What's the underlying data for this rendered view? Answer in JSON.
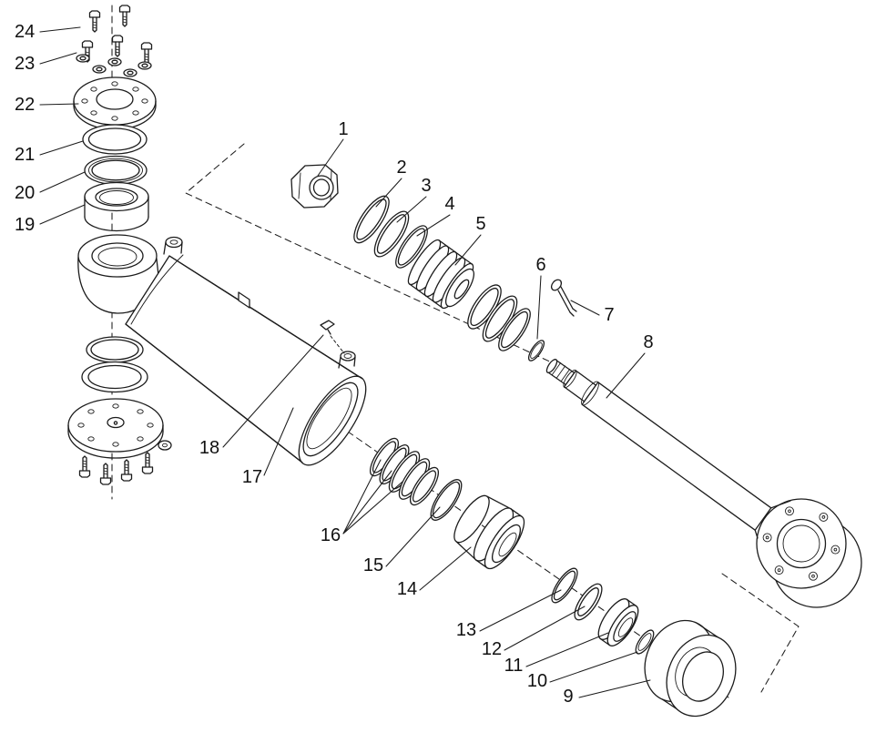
{
  "colors": {
    "background": "#ffffff",
    "line": "#1c1c1c",
    "text": "#111111"
  },
  "diagram": {
    "callouts": [
      "1",
      "2",
      "3",
      "4",
      "5",
      "6",
      "7",
      "8",
      "9",
      "10",
      "11",
      "12",
      "13",
      "14",
      "15",
      "16",
      "17",
      "18",
      "19",
      "20",
      "21",
      "22",
      "23",
      "24"
    ]
  }
}
